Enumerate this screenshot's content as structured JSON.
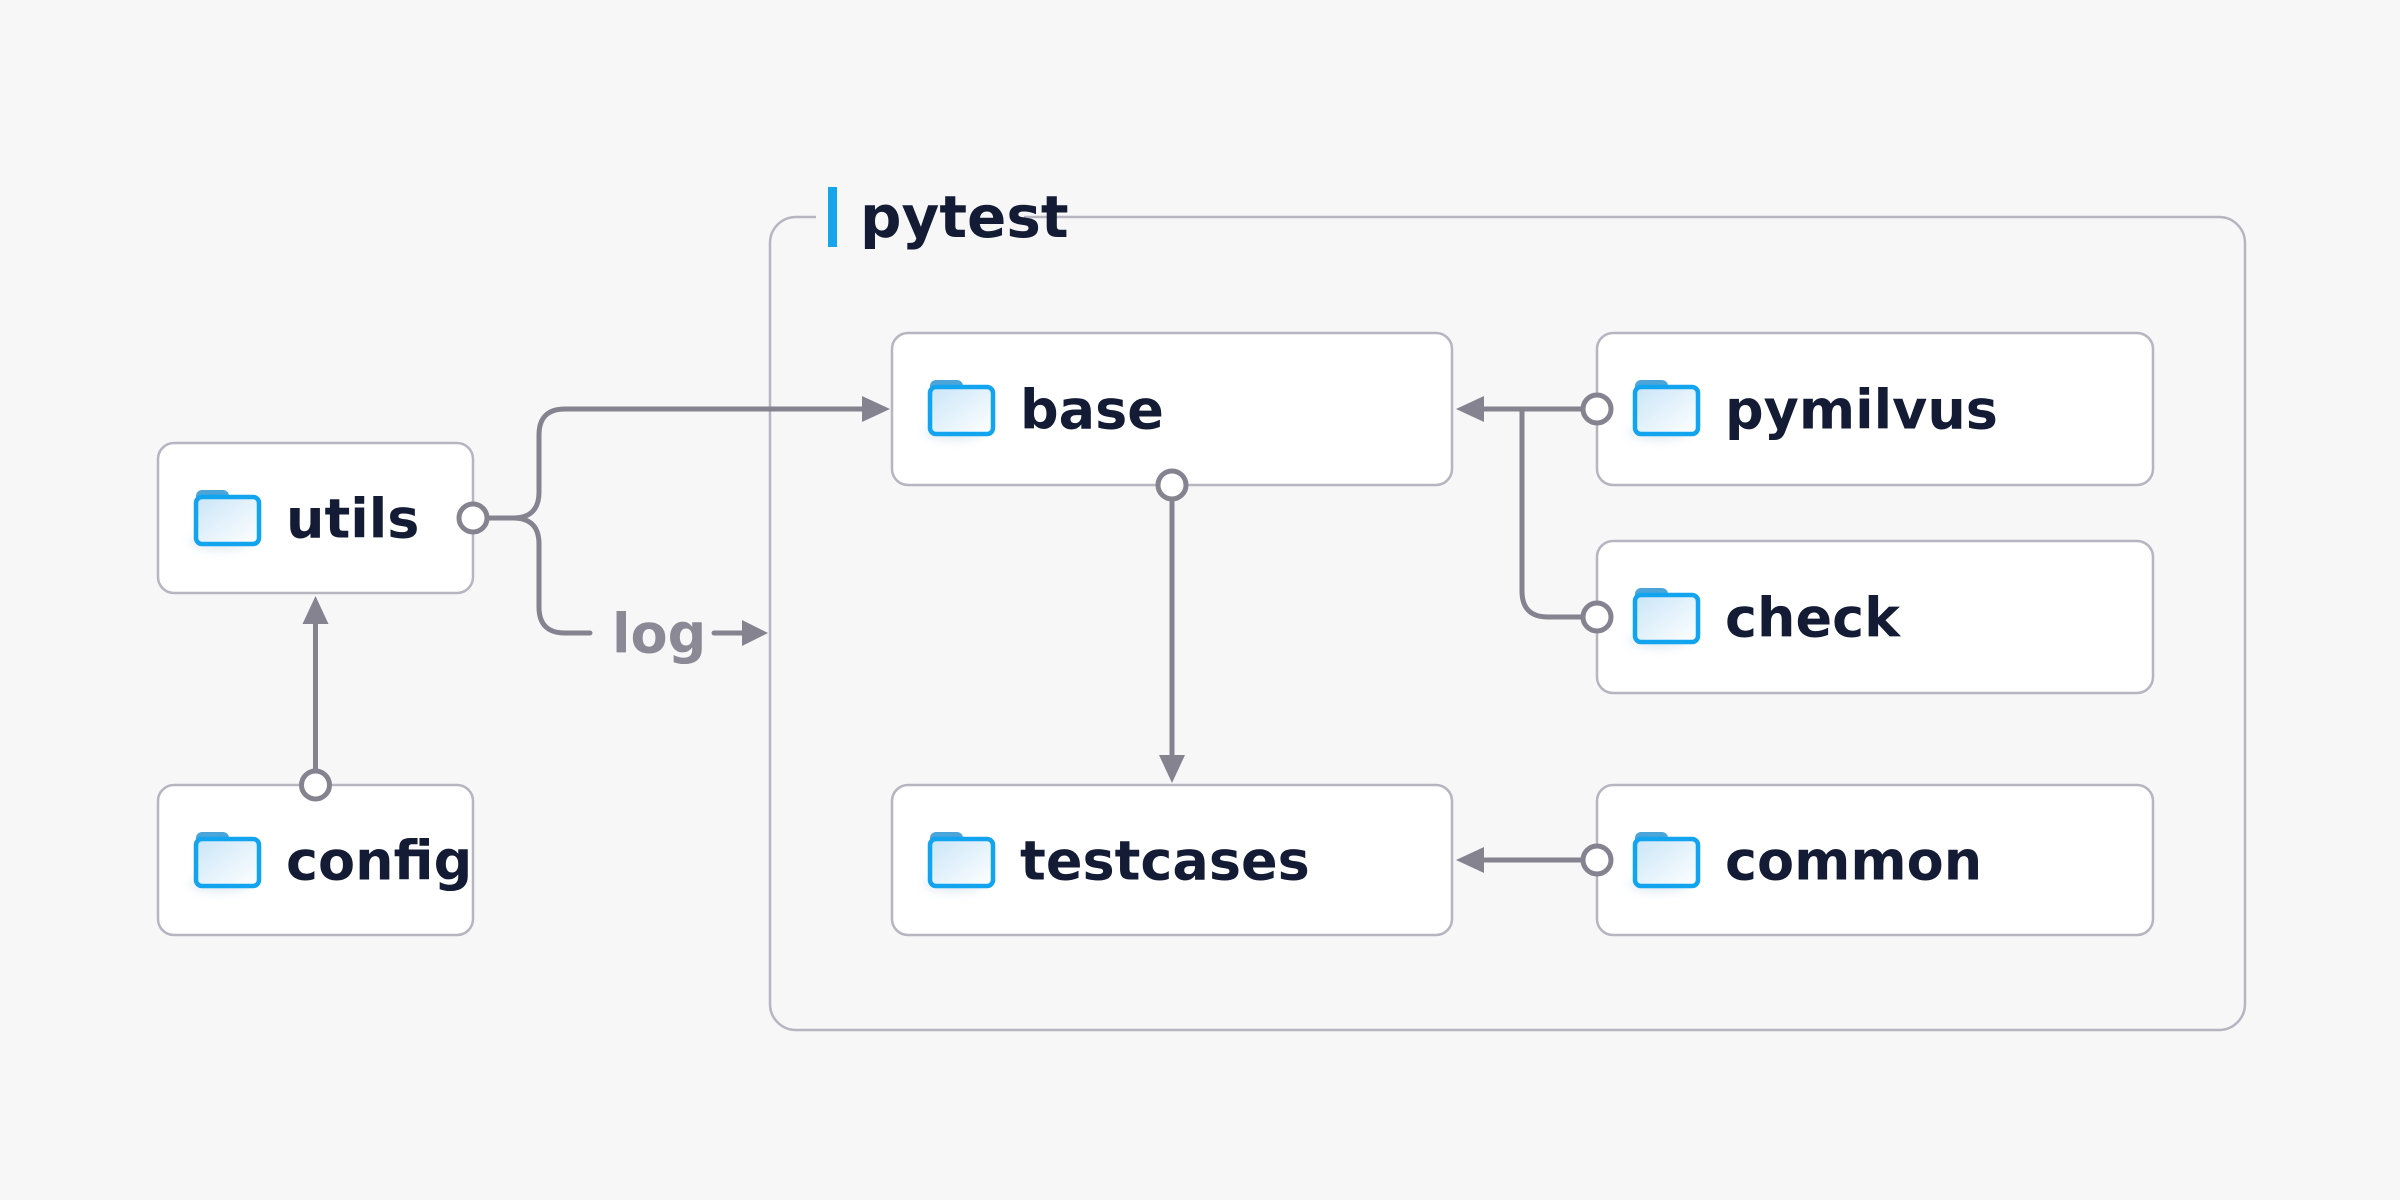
{
  "diagram": {
    "background_color": "#f7f7f8",
    "group": {
      "label": "pytest",
      "accent_color": "#14a5ee",
      "border_color": "#b6b5c0"
    },
    "nodes": {
      "utils": {
        "label": "utils",
        "icon": "folder-icon",
        "inside_group": false
      },
      "config": {
        "label": "config",
        "icon": "folder-icon",
        "inside_group": false
      },
      "base": {
        "label": "base",
        "icon": "folder-icon",
        "inside_group": true
      },
      "pymilvus": {
        "label": "pymilvus",
        "icon": "folder-icon",
        "inside_group": true
      },
      "check": {
        "label": "check",
        "icon": "folder-icon",
        "inside_group": true
      },
      "testcases": {
        "label": "testcases",
        "icon": "folder-icon",
        "inside_group": true
      },
      "common": {
        "label": "common",
        "icon": "folder-icon",
        "inside_group": true
      }
    },
    "edges": [
      {
        "from": "config",
        "to": "utils",
        "style": "arrow"
      },
      {
        "from": "utils",
        "to": "base",
        "style": "arrow"
      },
      {
        "from": "utils",
        "to": "pytest-group",
        "style": "arrow",
        "label": "log"
      },
      {
        "from": "pymilvus",
        "to": "base",
        "style": "arrow"
      },
      {
        "from": "check",
        "to": "base",
        "style": "arrow"
      },
      {
        "from": "base",
        "to": "testcases",
        "style": "arrow"
      },
      {
        "from": "common",
        "to": "testcases",
        "style": "arrow"
      }
    ],
    "edge_labels": {
      "log": "log"
    },
    "colors": {
      "node_fill": "#ffffff",
      "node_border": "#b6b5c0",
      "node_text": "#131b35",
      "connector": "#84838f",
      "edge_label_text": "#8a8995",
      "folder_outline": "#12a4ee",
      "folder_tab": "#4ba5d9",
      "folder_fill_top": "#c9e5f7",
      "folder_fill_bottom": "#ffffff"
    }
  }
}
